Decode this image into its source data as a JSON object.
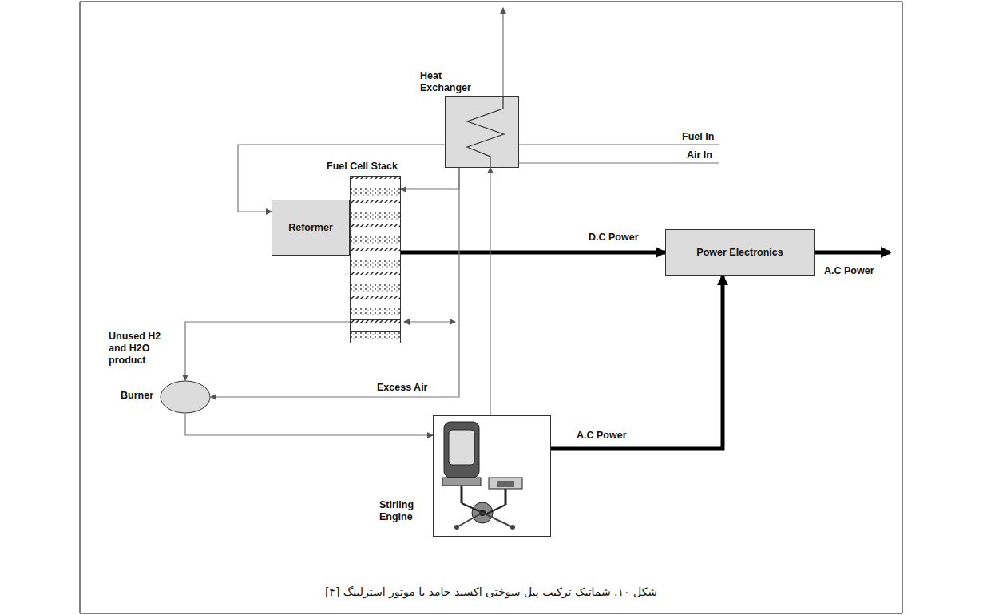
{
  "diagram": {
    "caption": "شکل ۱۰. شماتیک ترکیب پیل سوختی اکسید جامد با موتور استرلینگ [۴]",
    "nodes": [
      {
        "text": [
          "Heat Exchanger"
        ]
      },
      {
        "text": [
          "Fuel Cell Stack"
        ]
      },
      {
        "text": [
          "Reformer"
        ]
      },
      {
        "text": [
          "Power Electronics"
        ]
      },
      {
        "text": [
          "Burner"
        ]
      },
      {
        "text": [
          "Stirling Engine"
        ]
      }
    ],
    "edges": [
      {
        "from": 0,
        "to": 2,
        "arrow": "to"
      },
      {
        "from": 0,
        "to": 1,
        "arrow": "to"
      },
      {
        "from": 1,
        "to": 3,
        "label": "D.C Power",
        "arrow": "to"
      },
      {
        "from": 1,
        "to": 4,
        "label": "Unused H2 and H2O product",
        "arrow": "to"
      },
      {
        "from": 0,
        "to": 4,
        "label": "Excess Air",
        "arrow": "to"
      },
      {
        "from": 4,
        "to": 5,
        "arrow": "to"
      },
      {
        "from": 5,
        "to": 0,
        "arrow": "to"
      },
      {
        "from": 5,
        "to": 3,
        "label": "A.C Power",
        "arrow": "to"
      }
    ],
    "labels": [
      "Fuel In",
      "Air In",
      "A.C Power"
    ]
  }
}
